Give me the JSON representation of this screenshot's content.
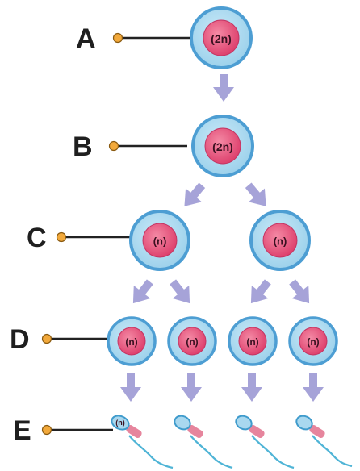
{
  "diagram": {
    "stages": [
      {
        "label": "A",
        "cells": [
          "(2n)"
        ]
      },
      {
        "label": "B",
        "cells": [
          "(2n)"
        ]
      },
      {
        "label": "C",
        "cells": [
          "(n)",
          "(n)"
        ]
      },
      {
        "label": "D",
        "cells": [
          "(n)",
          "(n)",
          "(n)",
          "(n)"
        ]
      },
      {
        "label": "E",
        "cells": [
          "(n)",
          "",
          "",
          ""
        ]
      }
    ],
    "colors": {
      "cell_outer": "#a9d8ef",
      "cell_ring": "#4d9ed3",
      "nucleus": "#e84f7b",
      "arrow": "#a6a3d8",
      "connector_dot": "#f2a93b",
      "line": "#222222",
      "sperm_tail": "#4fb4d6",
      "sperm_midpiece": "#e6859d"
    }
  }
}
